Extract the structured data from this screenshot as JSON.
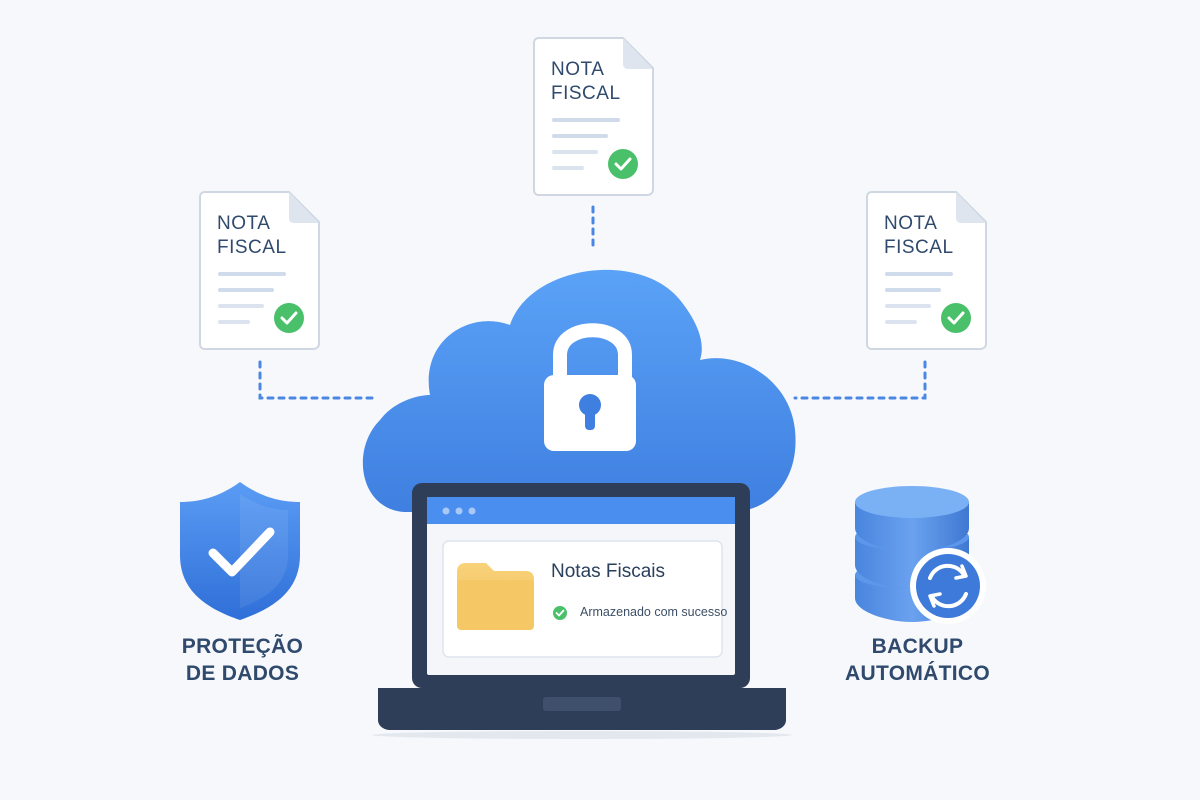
{
  "documents": [
    {
      "id": "left",
      "line1": "NOTA",
      "line2": "FISCAL"
    },
    {
      "id": "center",
      "line1": "NOTA",
      "line2": "FISCAL"
    },
    {
      "id": "right",
      "line1": "NOTA",
      "line2": "FISCAL"
    }
  ],
  "laptop": {
    "folder_title": "Notas Fiscais",
    "status_text": "Armazenado com sucesso"
  },
  "features": {
    "protection": {
      "line1": "PROTEÇÃO",
      "line2": "DE DADOS"
    },
    "backup": {
      "line1": "BACKUP",
      "line2": "AUTOMÁTICO"
    }
  },
  "icons": {
    "cloud": "cloud-icon",
    "lock": "padlock-icon",
    "shield": "shield-check-icon",
    "database": "database-icon",
    "sync": "sync-icon",
    "folder": "folder-icon",
    "check": "check-circle-icon",
    "document": "document-icon"
  },
  "colors": {
    "primary_blue": "#4a8ef0",
    "dark_navy": "#2f4a6d",
    "success_green": "#4bc06a",
    "folder_yellow": "#f5c868"
  }
}
